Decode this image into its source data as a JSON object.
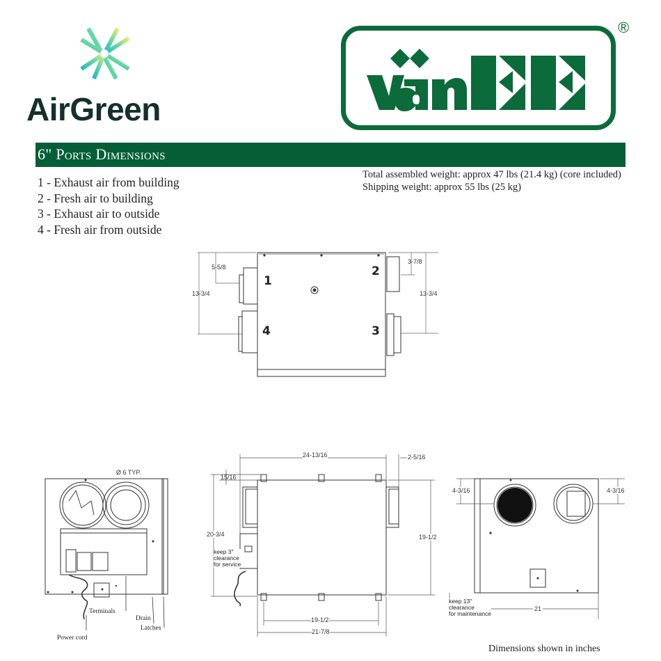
{
  "brands": {
    "airgreen": {
      "name": "AirGreen",
      "icon": "snowflake-leaf-icon",
      "colors": {
        "text": "#15302c",
        "gradient_start": "#2ec4c0",
        "gradient_end": "#e6ee6a"
      }
    },
    "vanee": {
      "name": "vänEE",
      "registered_mark": "®",
      "color": "#0b6b3a"
    }
  },
  "section": {
    "title": "6\" Ports Dimensions",
    "bar_color": "#045f37"
  },
  "port_legend": [
    {
      "label": "1 - Exhaust air from building"
    },
    {
      "label": "2 - Fresh air to building"
    },
    {
      "label": "3 - Exhaust air to outside"
    },
    {
      "label": "4 - Fresh air from outside"
    }
  ],
  "weights": {
    "assembled": "Total assembled weight: approx 47 lbs (21.4 kg) (core included)",
    "shipping": "Shipping weight: approx 55 lbs (25 kg)"
  },
  "top_view": {
    "port_numbers": [
      "1",
      "2",
      "3",
      "4"
    ],
    "dims": {
      "left_port_offset": "5-5/8",
      "left_span": "13-3/4",
      "right_port_offset": "3-7/8",
      "right_span": "13-3/4"
    }
  },
  "left_view": {
    "port_diameter": "Ø 6 TYP.",
    "callouts": {
      "terminals": "Terminals",
      "drain": "Drain",
      "latches": "Latches",
      "power_cord": "Power cord"
    }
  },
  "front_view": {
    "dims": {
      "overall_width": "24-13/16",
      "port_projection": "2-5/16",
      "bracket_offset": "15/16",
      "overall_height": "20-3/4",
      "body_height": "19-1/2",
      "bracket_spacing": "19-1/2",
      "body_width": "21-7/8"
    },
    "note": [
      "keep 3\"",
      "clearance",
      "for service"
    ]
  },
  "right_view": {
    "dims": {
      "left_port_top": "4-3/16",
      "right_port_top": "4-3/16",
      "width": "21"
    },
    "note": [
      "keep 13\"",
      "clearance",
      "for maintenance"
    ]
  },
  "footer": {
    "units_note": "Dimensions shown in inches"
  }
}
